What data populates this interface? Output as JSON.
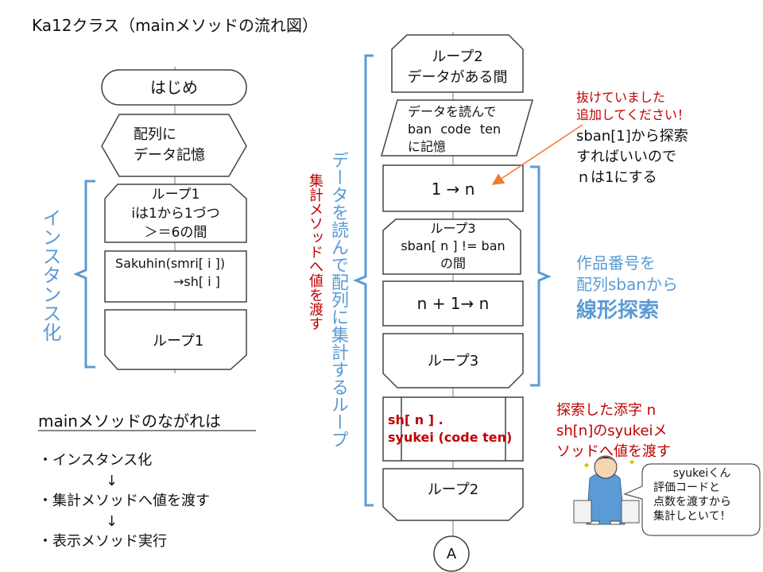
{
  "title": "Ka12クラス（mainメソッドの流れ図）",
  "left_flow": {
    "start": "はじめ",
    "store": [
      "配列に",
      "データ記憶"
    ],
    "loop1_head": [
      "ループ1",
      "iは1から1づつ",
      "＞＝6の間"
    ],
    "process_1": "Sakuhin(smri[ i ])",
    "process_2": "→sh[ i ]",
    "loop1_end": "ループ1",
    "brace_label": "インスタンス化"
  },
  "summary": {
    "heading": "mainメソッドのながれは",
    "step1": "・インスタンス化",
    "arrow1": "↓",
    "step2": "・集計メソッドへ値を渡す",
    "arrow2": "↓",
    "step3": "・表示メソッド実行"
  },
  "right_flow": {
    "loop2_head": [
      "ループ2",
      "データがある間"
    ],
    "read": [
      "データを読んで",
      "ban code ten",
      "に記憶"
    ],
    "assign": "1 → n",
    "loop3_head": [
      "ループ3",
      "sban[ n ] != ban",
      "の間"
    ],
    "increment": "n + 1→ n",
    "loop3_end": "ループ3",
    "call": [
      "sh[ n ] .",
      "syukei (code ten)"
    ],
    "loop2_end": "ループ2",
    "connector": "A"
  },
  "side_labels": {
    "vertical_blue": "データを読んで配列に集計するループ",
    "vertical_red": "集計メソッドへ値を渡す"
  },
  "notes": {
    "add_request": [
      "抜けていました",
      "追加してください！"
    ],
    "search_note": [
      "sban[1]から探索",
      "すればいいので",
      "ｎは1にする"
    ],
    "search_label": [
      "作品番号を",
      "配列sbanから"
    ],
    "search_label_bold": "線形探索",
    "found_note": [
      "探索した添字 n",
      "sh[n]のsyukeiメ",
      "ソッドへ値を渡す"
    ],
    "bubble": [
      "syukeiくん",
      "評価コードと",
      "点数を渡すから",
      "集計しといて！"
    ]
  },
  "colors": {
    "accent_blue": "#5b9bd5",
    "annotation_red": "#c00000",
    "arrow_orange": "#ed7d31",
    "box_border": "#444444",
    "connector_line": "#a6a6a6"
  }
}
